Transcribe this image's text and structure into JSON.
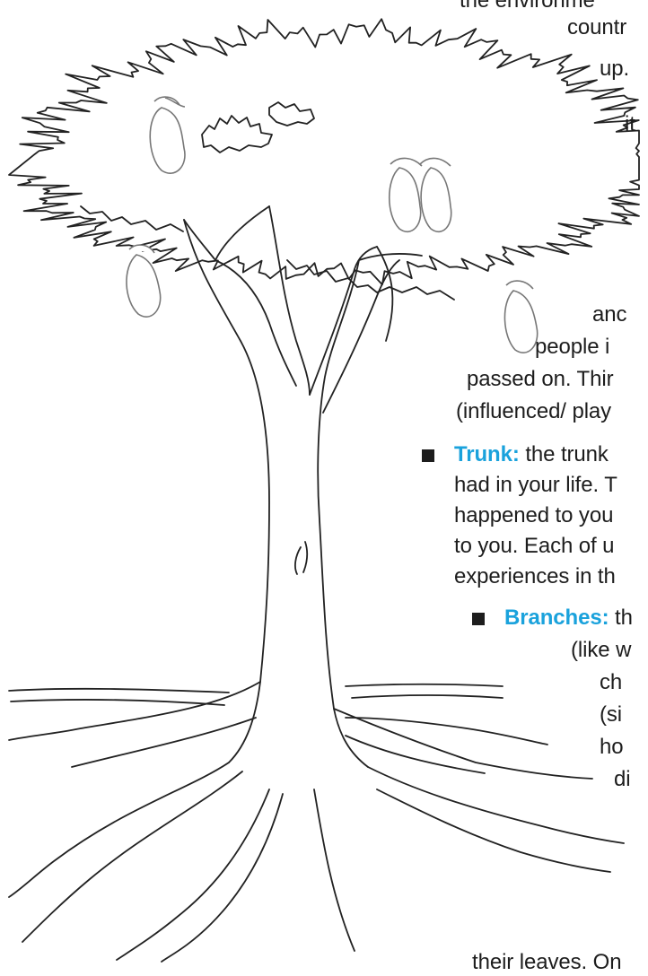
{
  "text_lines": [
    "the environme",
    "countr",
    "up.",
    "it",
    "",
    "",
    "",
    "anc",
    "people i",
    "passed on. Thir",
    "(influenced/ play"
  ],
  "trunk_item": {
    "term": "Trunk:",
    "lines": [
      " the trunk",
      "had in your life. T",
      "happened to you",
      "to you. Each of u",
      "experiences in th"
    ]
  },
  "branches_item": {
    "term": "Branches:",
    "lines": [
      " th",
      "(like w",
      "ch",
      "(si",
      "ho",
      "di"
    ]
  },
  "bottom_line": "their leaves. On",
  "colors": {
    "accent": "#1aa2dc",
    "text": "#1d1d1d",
    "line_art": "#222222"
  },
  "illustration": {
    "subject": "tree-with-roots-and-fruits-icon"
  }
}
